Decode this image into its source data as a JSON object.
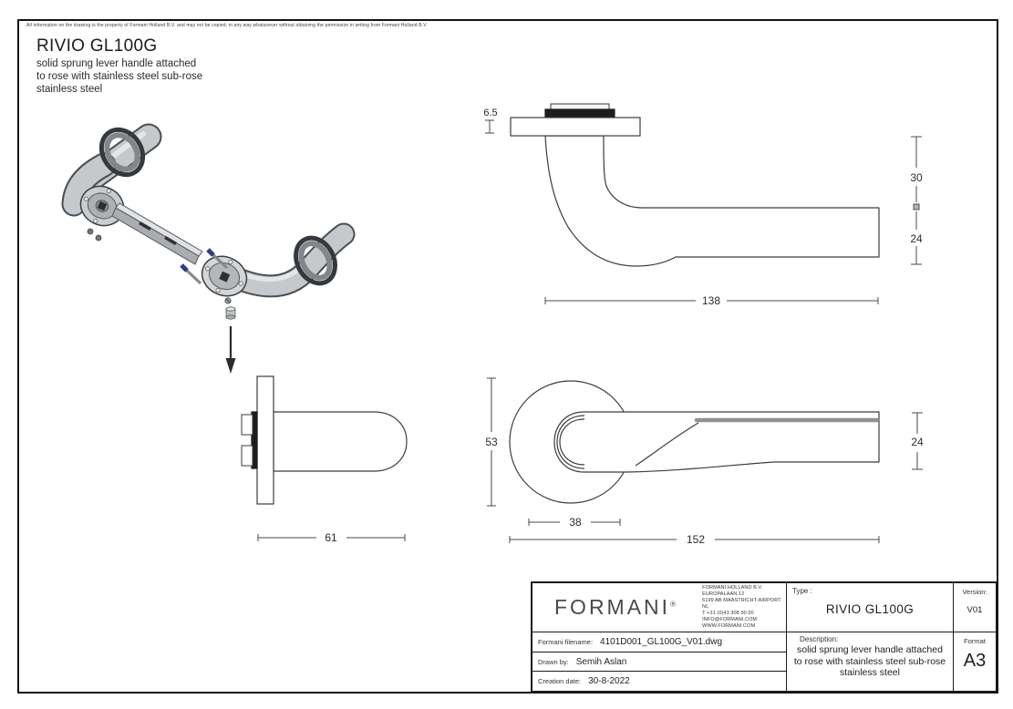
{
  "page": {
    "disclaimer": "All information on the drawing is the property of Formani Holland B.V. and may not be copied, in any way whatsoever without obtaining the permission in writing from Formani Holland B.V",
    "title": "RIVIO GL100G",
    "description_lines": [
      "solid sprung lever handle attached",
      "to rose with stainless steel sub-rose",
      "stainless steel"
    ]
  },
  "dimensions": {
    "rose_thickness": "6.5",
    "neck_drop": "30",
    "grip_section_side": "24",
    "grip_length": "138",
    "rose_diameter": "53",
    "neck_width": "38",
    "total_length": "152",
    "grip_section_front": "24",
    "side_projection": "61"
  },
  "title_block": {
    "logo": "FORMANI",
    "logo_mark": "®",
    "address_lines": [
      "FORMANI HOLLAND B.V.",
      "EUROPALAAN 12",
      "6199 AB MAASTRICHT-AIRPORT NL",
      "T +31 (0)43 308 90 00",
      "INFO@FORMANI.COM",
      "WWW.FORMANI.COM"
    ],
    "type_label": "Type :",
    "type_value": "RIVIO GL100G",
    "version_label": "Version:",
    "version_value": "V01",
    "filename_label": "Formani filename:",
    "filename_value": "4101D001_GL100G_V01.dwg",
    "drawn_by_label": "Drawn by:",
    "drawn_by_value": "Semih Aslan",
    "creation_date_label": "Creation date:",
    "creation_date_value": "30-8-2022",
    "description_label": "Description:",
    "description_lines": [
      "solid sprung lever handle attached",
      "to rose with stainless steel sub-rose",
      "stainless steel"
    ],
    "format_label": "Format",
    "format_value": "A3"
  }
}
